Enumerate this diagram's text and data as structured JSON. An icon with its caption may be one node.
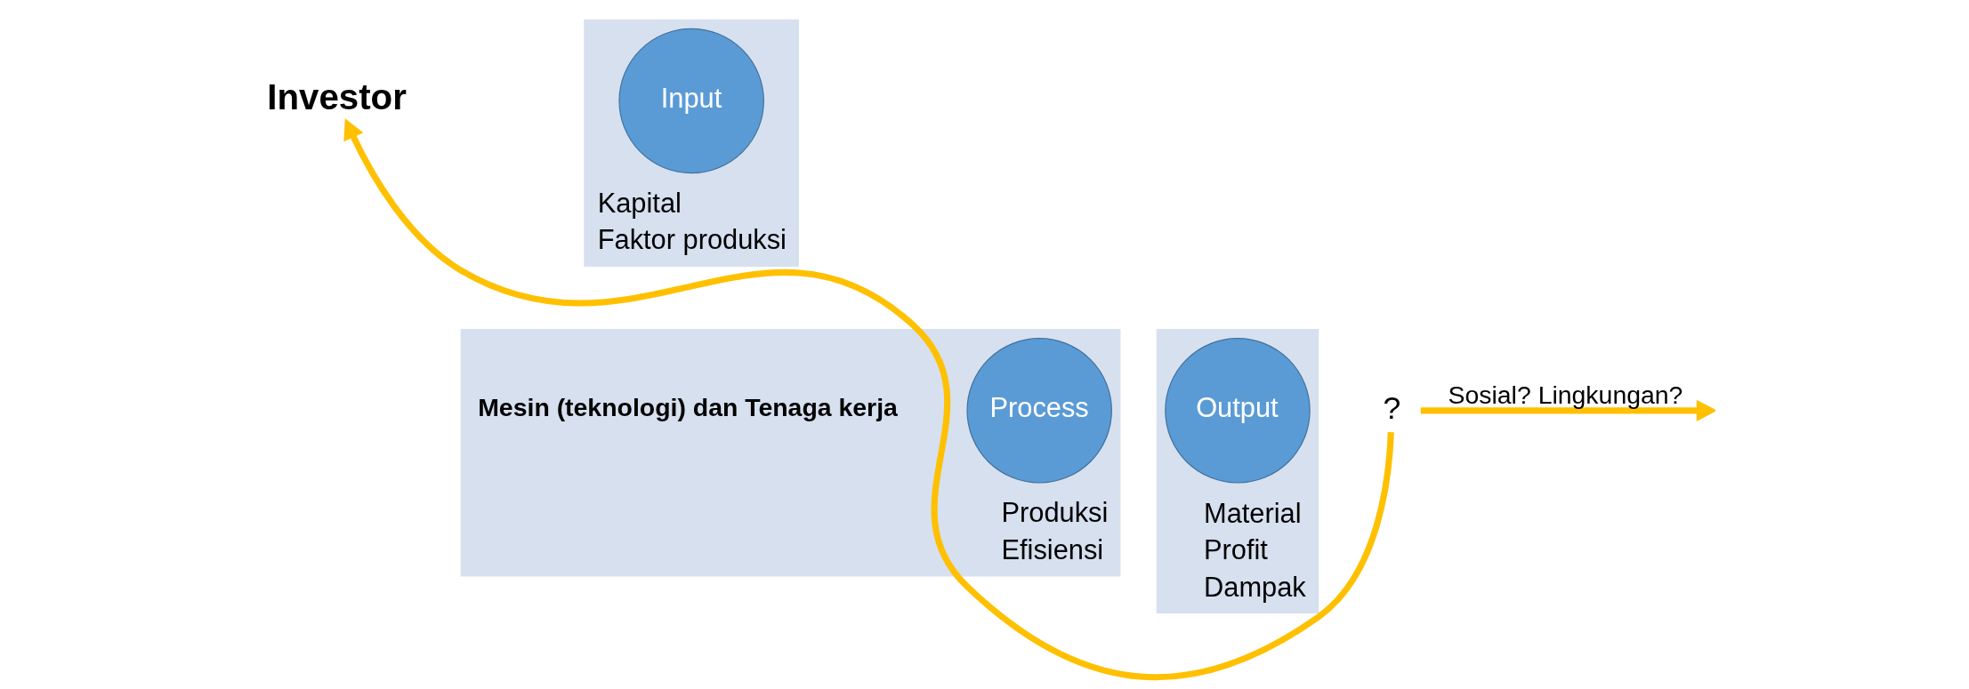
{
  "diagram": {
    "nodes": [
      {
        "text": [
          "Investor"
        ]
      },
      {
        "text": [
          "Kapital",
          "Faktor produksi"
        ]
      },
      {
        "text": [
          "Input"
        ],
        "in": 1
      },
      {
        "text": [
          "Produksi",
          "Efisiensi"
        ],
        "beside": [
          "Mesin (teknologi) dan Tenaga kerja"
        ]
      },
      {
        "text": [
          "Process"
        ],
        "in": 3
      },
      {
        "text": [
          "Material",
          "Profit",
          "Dampak"
        ]
      },
      {
        "text": [
          "Output"
        ],
        "in": 5
      },
      {
        "text": [
          "?"
        ]
      }
    ],
    "edges": [
      {
        "from": 7,
        "to": 0,
        "arrow": "to",
        "color": "#ffc000"
      },
      {
        "from": 7,
        "to": null,
        "arrow": "to",
        "label": "Sosial? Lingkungan?",
        "color": "#ffc000"
      }
    ]
  }
}
